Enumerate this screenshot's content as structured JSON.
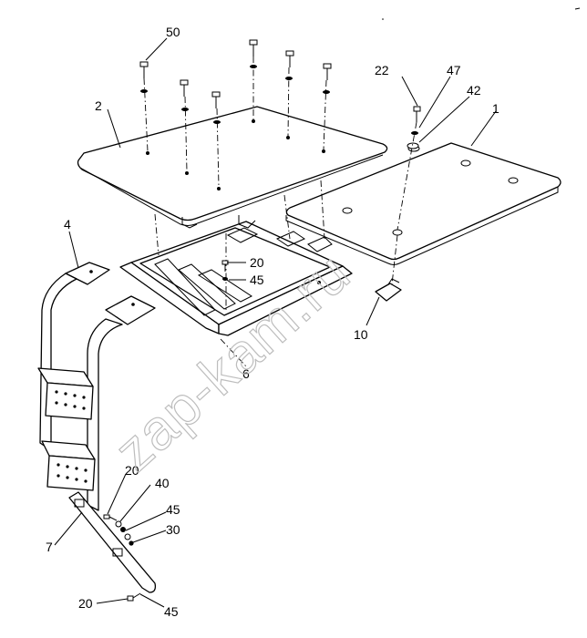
{
  "watermark": "zap-kam.ru",
  "callouts": [
    "50",
    "2",
    "22",
    "47",
    "42",
    "1",
    "4",
    "20",
    "45",
    "10",
    "6",
    "20",
    "40",
    "45",
    "30",
    "7",
    "20",
    "45"
  ]
}
